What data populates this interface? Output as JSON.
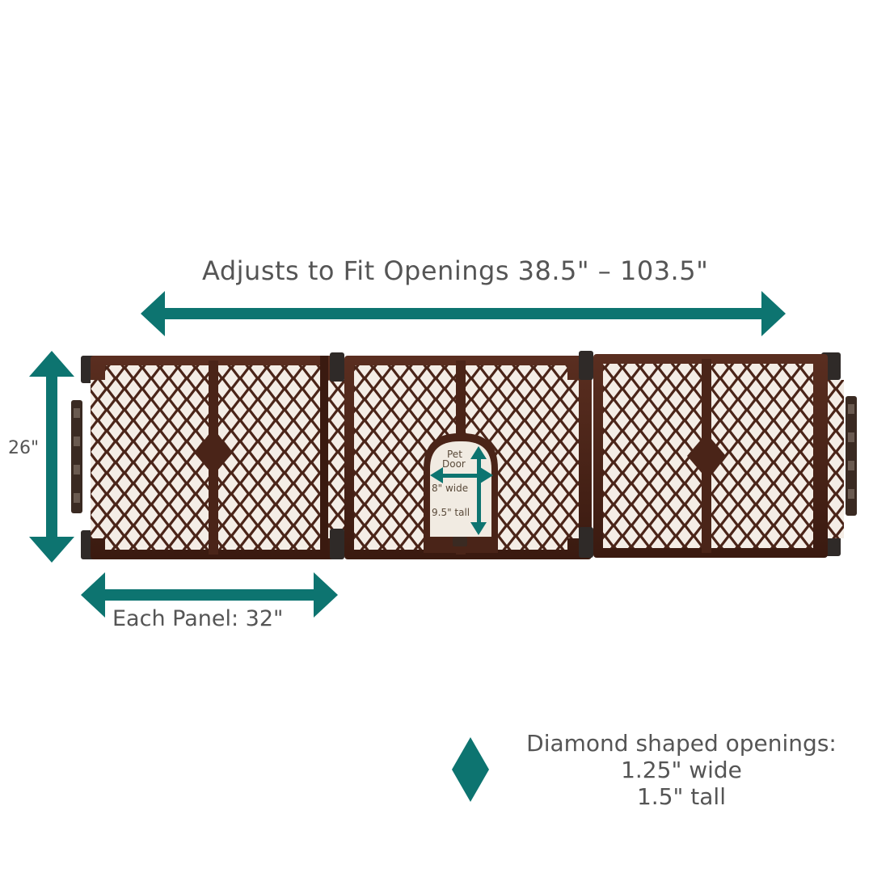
{
  "colors": {
    "accent": "#0d7470",
    "gate_brown": "#4a2418",
    "gate_dark": "#3a1a10",
    "door_panel": "#f1ebe2",
    "background": "#ffffff"
  },
  "dimensions": {
    "overall_label": "Adjusts to Fit Openings 38.5\" – 103.5\"",
    "height_label": "26\"",
    "panel_label": "Each Panel: 32\""
  },
  "pet_door": {
    "title_line1": "Pet",
    "title_line2": "Door",
    "width_label": "8\" wide",
    "height_label": "9.5\" tall"
  },
  "legend": {
    "line1": "Diamond shaped openings:",
    "line2": "1.25\" wide",
    "line3": "1.5\" tall",
    "icon": "diamond-icon"
  }
}
